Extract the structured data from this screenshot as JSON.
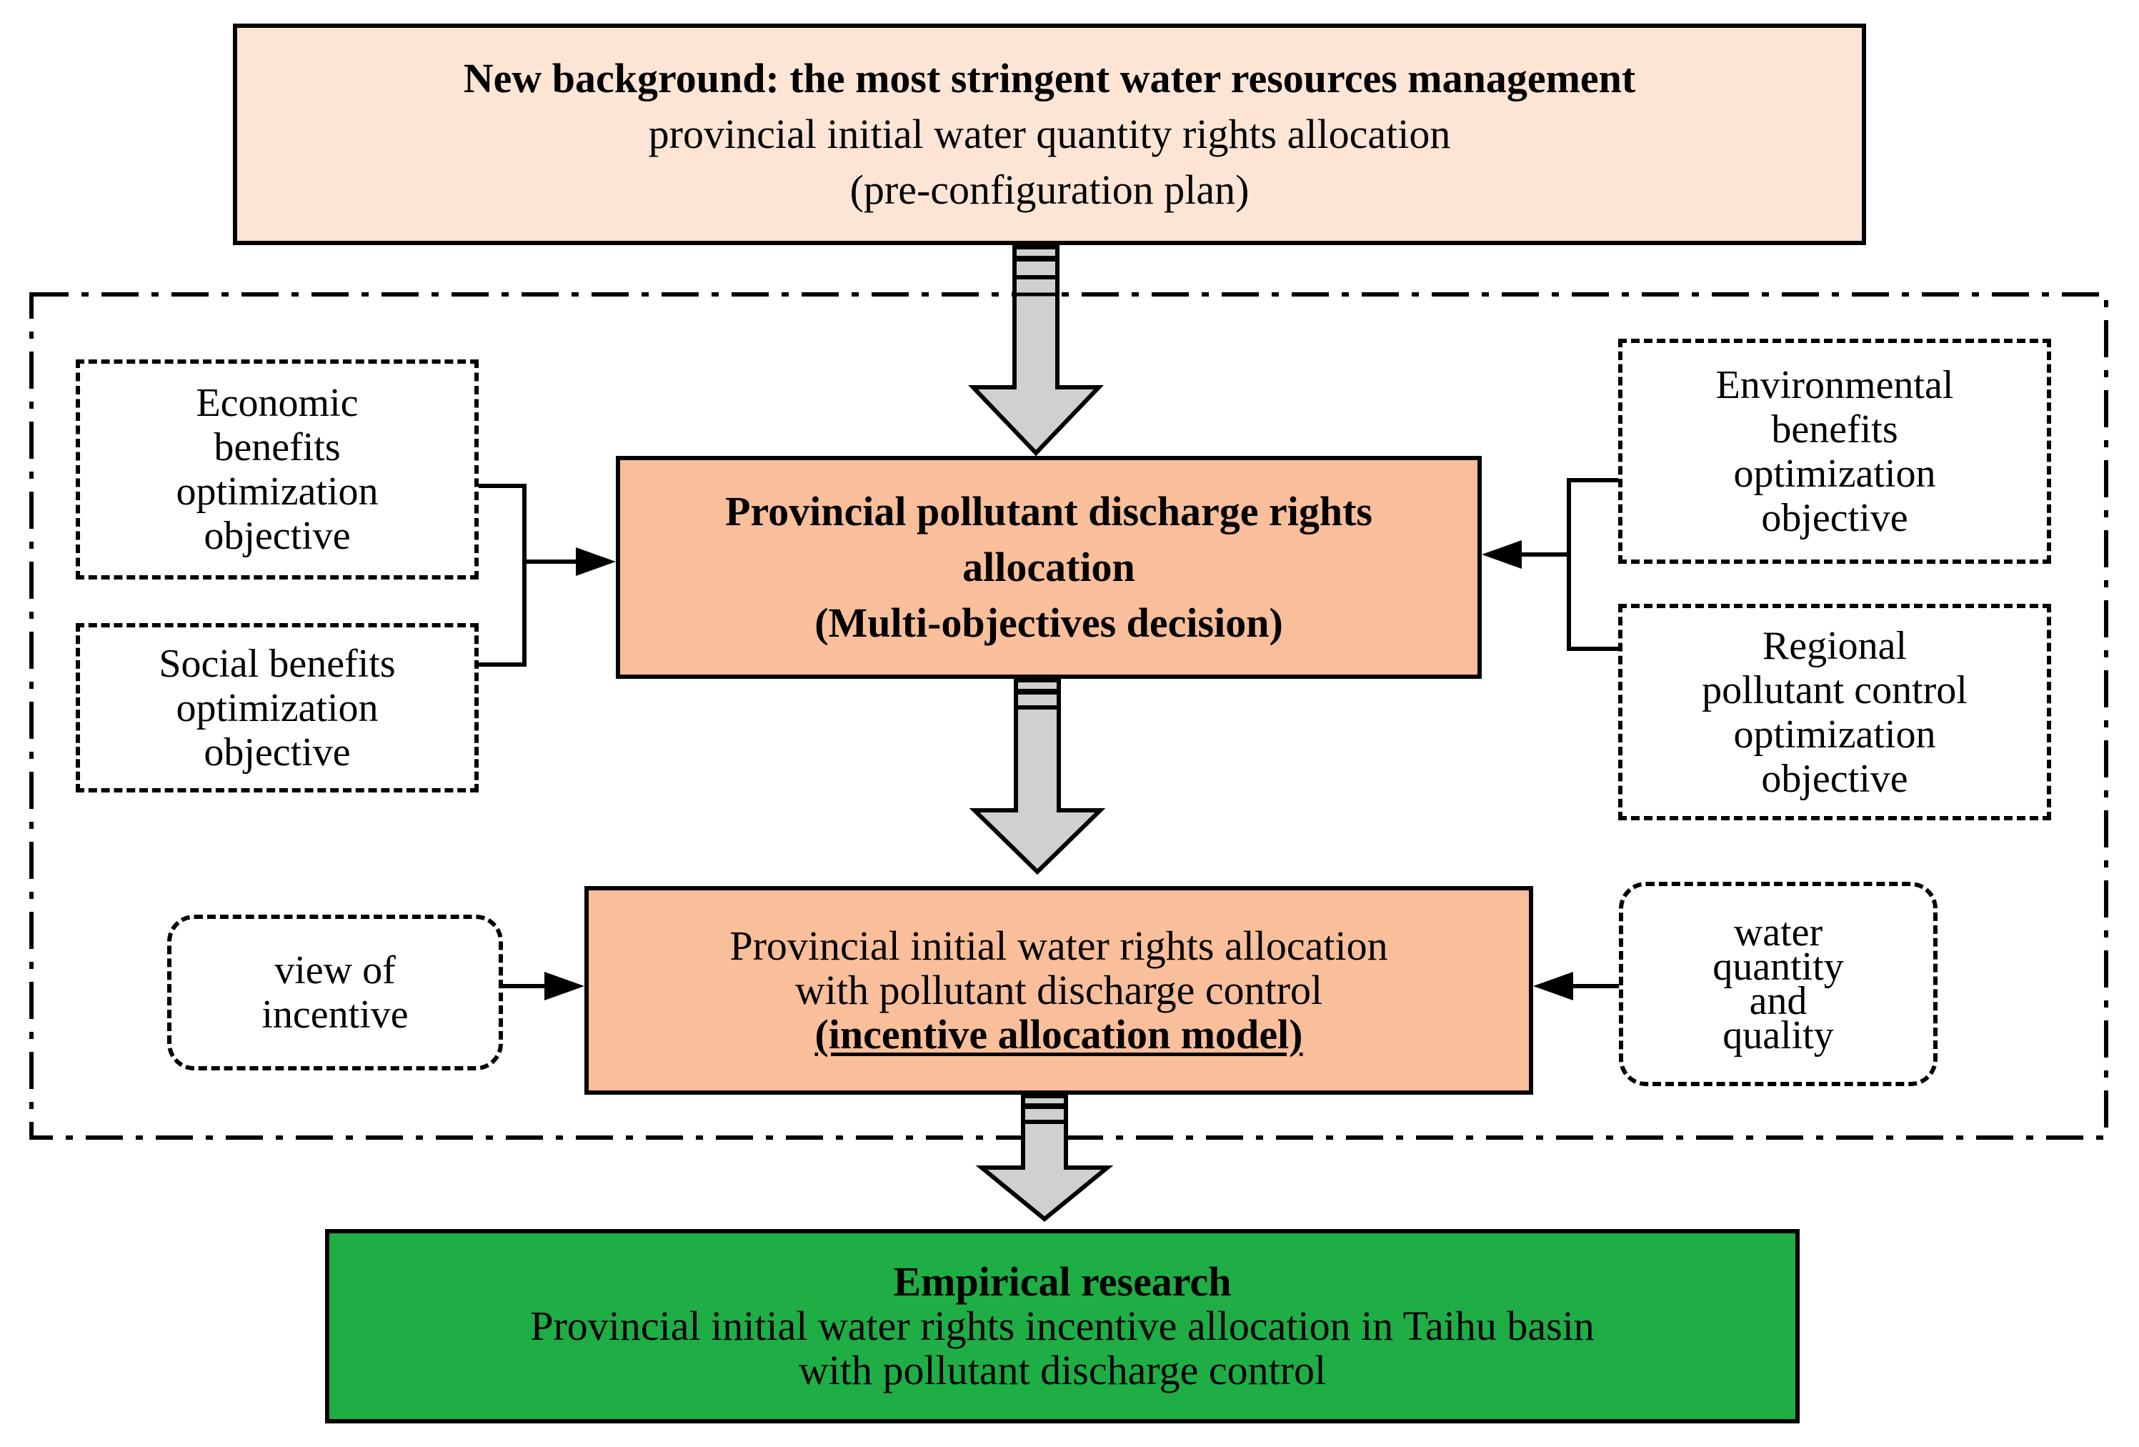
{
  "colors": {
    "top_fill": "#fde5d5",
    "model_fill": "#f9be9a",
    "empirical_fill": "#1fad45",
    "arrow_fill": "#d0d0d0",
    "line": "#000000"
  },
  "top": {
    "title": "New background: the most stringent water resources management",
    "line2": "provincial initial water quantity rights allocation",
    "line3": "(pre-configuration plan)"
  },
  "middle": {
    "line1": "Provincial pollutant discharge rights",
    "line2": "allocation",
    "line3": "(Multi-objectives decision)"
  },
  "lower": {
    "line1": "Provincial initial water rights allocation",
    "line2": "with pollutant discharge control",
    "line3": "(incentive allocation model)"
  },
  "empirical": {
    "title": "Empirical research",
    "line2": "Provincial initial water rights incentive allocation in Taihu basin",
    "line3": "with pollutant discharge control"
  },
  "objectives": {
    "economic": [
      "Economic",
      "benefits",
      "optimization",
      "objective"
    ],
    "social": [
      "Social benefits",
      "optimization",
      "objective"
    ],
    "environmental": [
      "Environmental",
      "benefits",
      "optimization",
      "objective"
    ],
    "regional": [
      "Regional",
      "pollutant control",
      "optimization",
      "objective"
    ]
  },
  "inputs": {
    "incentive": [
      "view of",
      "incentive"
    ],
    "water": [
      "water",
      "quantity",
      "and",
      "quality"
    ]
  }
}
